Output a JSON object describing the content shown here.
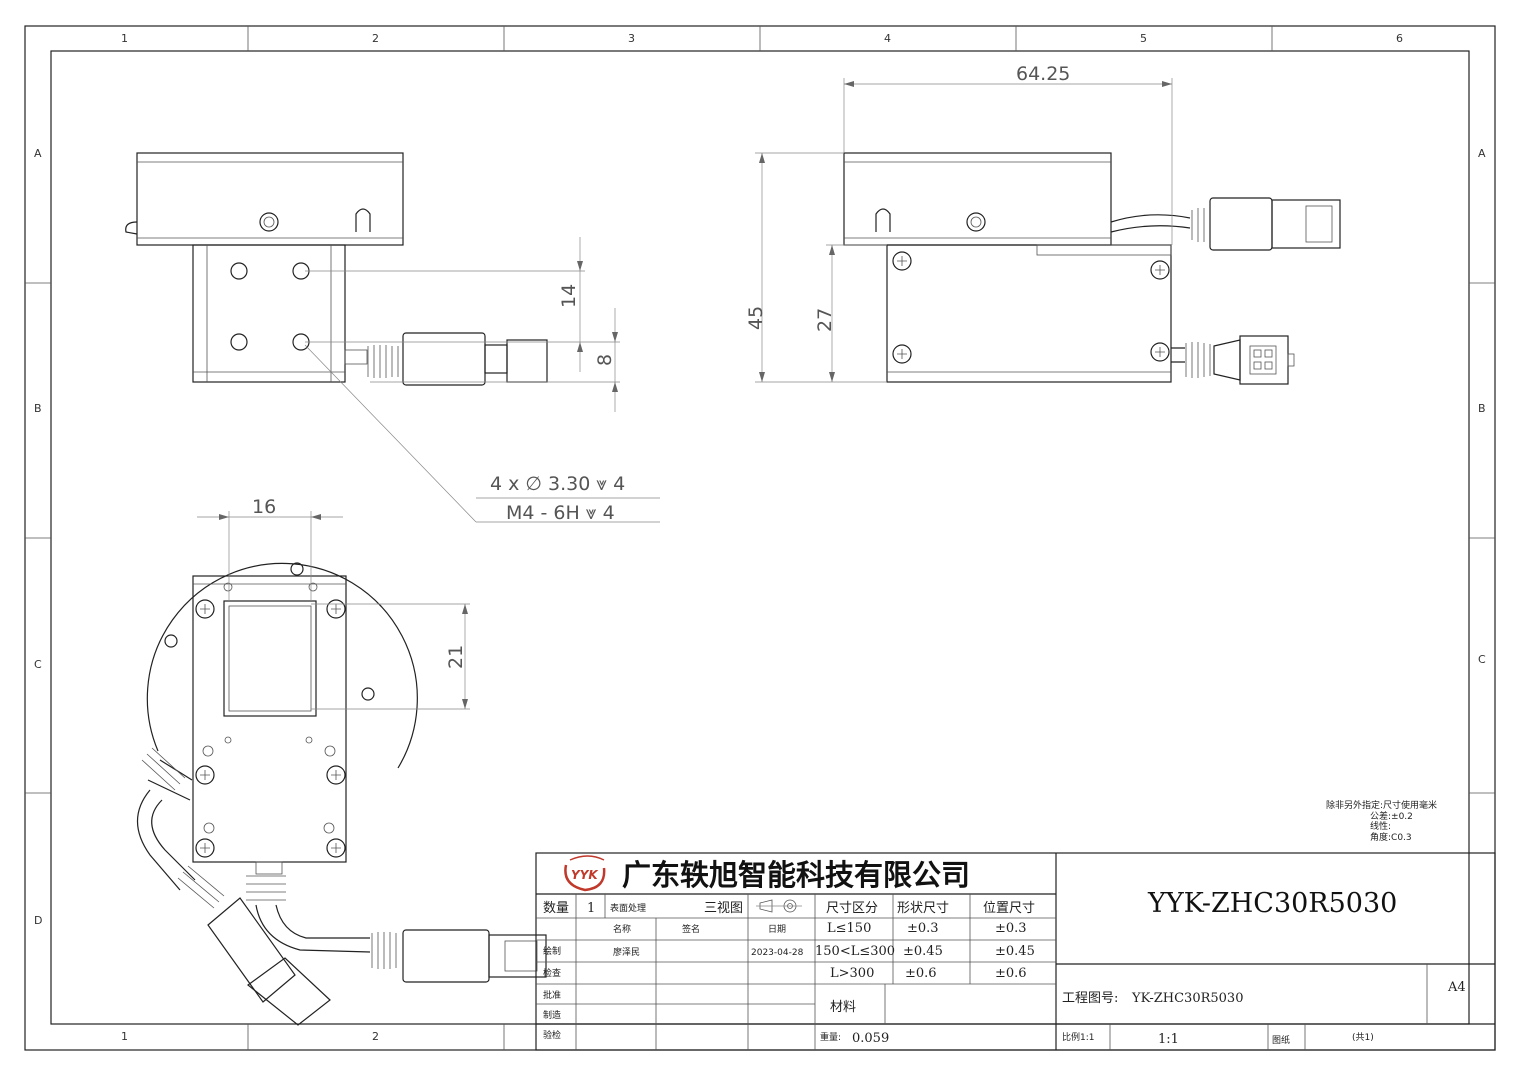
{
  "grid": {
    "cols": [
      "1",
      "2",
      "3",
      "4",
      "5",
      "6"
    ],
    "rows": [
      "A",
      "B",
      "C",
      "D"
    ]
  },
  "dimensions": {
    "width_top": "64.25",
    "height_total": "45",
    "height_body": "27",
    "hole_spacing": "14",
    "hole_offset": "8",
    "plan_width": "16",
    "plan_height": "21",
    "hole_callout_1": "4 x ∅ 3.30 ⩔ 4",
    "hole_callout_2": "M4 - 6H ⩔ 4"
  },
  "notes": {
    "line1": "除非另外指定:尺寸使用毫米",
    "line2": "公差:±0.2",
    "line3": "线性:",
    "line4": "角度:C0.3"
  },
  "title_block": {
    "logo_text": "YYK",
    "company": "广东轶旭智能科技有限公司",
    "part_number": "YYK-ZHC30R5030",
    "drawing_no_label": "工程图号:",
    "drawing_no": "YK-ZHC30R5030",
    "sheet_size": "A4",
    "qty_label": "数量",
    "qty": "1",
    "surface_label": "表面处理",
    "views_label": "三视图",
    "name_label": "名称",
    "sign_label": "签名",
    "date_label": "日期",
    "draw_label": "绘制",
    "drafter": "廖泽民",
    "date": "2023-04-28",
    "check_label": "检查",
    "approve_label": "批准",
    "make_label": "制造",
    "inspect_label": "验检",
    "tol_header_range": "尺寸区分",
    "tol_header_form": "形状尺寸",
    "tol_header_pos": "位置尺寸",
    "tol_rows": [
      {
        "range": "L≤150",
        "form": "±0.3",
        "pos": "±0.3"
      },
      {
        "range": "150<L≤300",
        "form": "±0.45",
        "pos": "±0.45"
      },
      {
        "range": "L>300",
        "form": "±0.6",
        "pos": "±0.6"
      }
    ],
    "material_label": "材料",
    "weight_label": "重量:",
    "weight": "0.059",
    "scale_label": "比例1:1",
    "scale": "1:1",
    "sheet_label": "图纸",
    "sheet_total": "(共1)"
  }
}
